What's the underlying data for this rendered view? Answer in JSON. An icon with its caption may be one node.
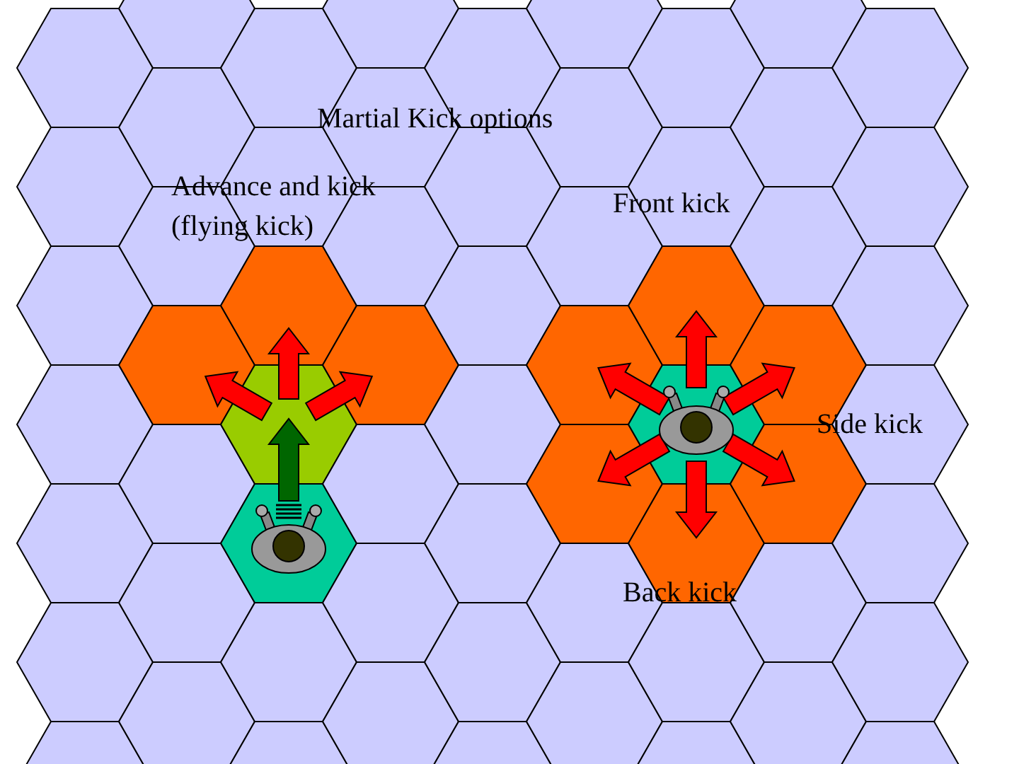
{
  "diagram": {
    "title": "Martial Kick options",
    "labels": [
      "Advance and kick (flying kick)",
      "Front kick",
      "Side kick",
      "Back kick"
    ]
  }
}
